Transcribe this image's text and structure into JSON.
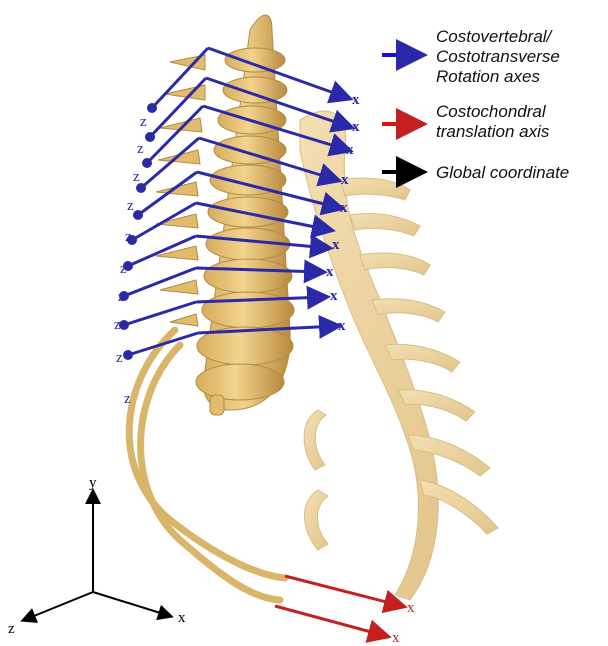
{
  "legend": {
    "items": [
      {
        "lines": [
          "Costovertebral/",
          "Costotransverse",
          "Rotation axes"
        ],
        "color": "#1010e0"
      },
      {
        "lines": [
          "Costochondral",
          "translation axis"
        ],
        "color": "#e01010"
      },
      {
        "lines": [
          "Global coordinate"
        ],
        "color": "#000000"
      }
    ]
  },
  "blue_axes": {
    "z_label": "z",
    "x_label": "x",
    "count": 10,
    "color": "#2a2aa8"
  },
  "red_axes": {
    "x_label": "x",
    "count": 2,
    "color": "#c42020"
  },
  "global_axes": {
    "x_label": "x",
    "y_label": "y",
    "z_label": "z",
    "color": "#000000"
  },
  "colors": {
    "bone": "#e9c77f",
    "bone_dark": "#c79a4a",
    "cartilage": "#efd6a4"
  }
}
